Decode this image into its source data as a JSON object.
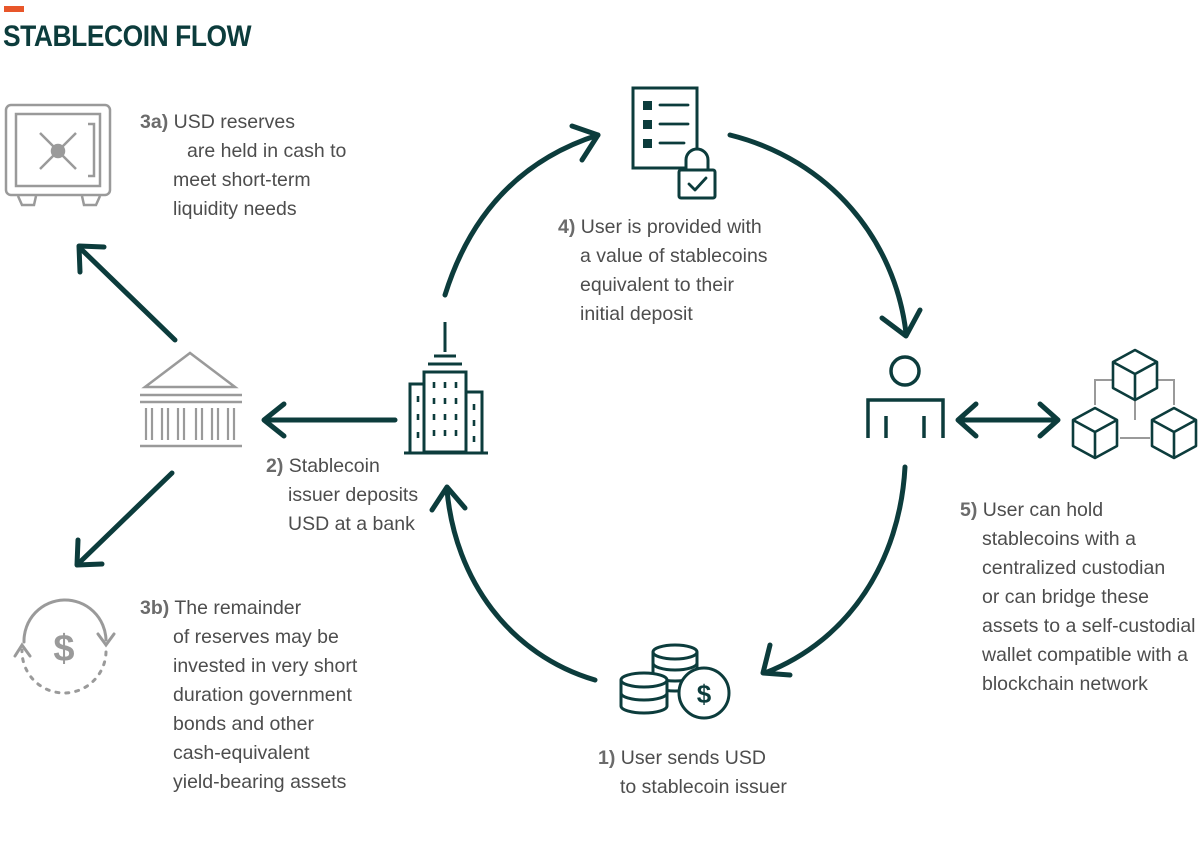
{
  "title": "STABLECOIN FLOW",
  "colors": {
    "accent": "#e8562a",
    "ink": "#0c3c3c",
    "grey": "#9a9a9a",
    "text": "#4d4d4d"
  },
  "icons": [
    "bank-vault-icon",
    "bank-building-icon",
    "office-tower-icon",
    "document-lock-icon",
    "user-icon",
    "blockchain-cubes-icon",
    "coins-dollar-icon",
    "dollar-cycle-icon"
  ],
  "steps": {
    "s1": {
      "num": "1)",
      "lines": [
        "User sends USD",
        "to stablecoin issuer"
      ]
    },
    "s2": {
      "num": "2)",
      "lines": [
        "Stablecoin",
        "issuer deposits",
        "USD at a bank"
      ]
    },
    "s3a": {
      "num": "3a)",
      "lines": [
        "USD reserves",
        "are held in cash to",
        "meet short-term",
        "liquidity needs"
      ]
    },
    "s3b": {
      "num": "3b)",
      "lines": [
        "The remainder",
        "of reserves may be",
        "invested in very short",
        "duration government",
        "bonds and other",
        "cash-equivalent",
        "yield-bearing assets"
      ]
    },
    "s4": {
      "num": "4)",
      "lines": [
        "User is provided with",
        "a value of stablecoins",
        "equivalent to their",
        "initial deposit"
      ]
    },
    "s5": {
      "num": "5)",
      "lines": [
        "User can hold",
        "stablecoins with a",
        "centralized custodian",
        "or can bridge these",
        "assets to a self-custodial",
        "wallet compatible with a",
        "blockchain network"
      ]
    }
  }
}
